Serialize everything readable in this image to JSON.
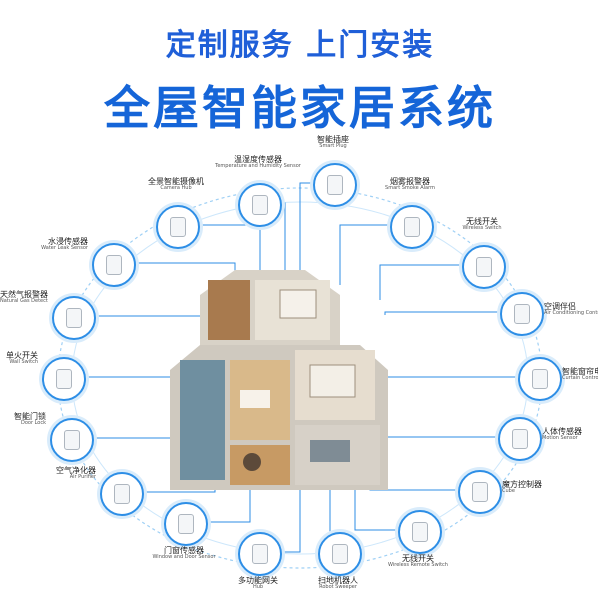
{
  "header": {
    "subtitle": "定制服务 上门安装",
    "title": "全屋智能家居系统"
  },
  "colors": {
    "accent": "#1565d8",
    "ring": "#2d8ee6",
    "connector": "#2d8ee6"
  },
  "devices": [
    {
      "id": "temp",
      "cn": "温湿度传感器",
      "en": "Temperature and Humidity Sensor",
      "icon": "thermometer-icon"
    },
    {
      "id": "plug",
      "cn": "智能插座",
      "en": "Smart Plug",
      "icon": "plug-icon"
    },
    {
      "id": "smoke",
      "cn": "烟雾报警器",
      "en": "Smart Smoke Alarm",
      "icon": "smoke-alarm-icon"
    },
    {
      "id": "wswitch",
      "cn": "无线开关",
      "en": "Wireless Switch",
      "icon": "button-icon"
    },
    {
      "id": "ac",
      "cn": "空调伴侣",
      "en": "Air Conditioning Controller",
      "icon": "ac-companion-icon"
    },
    {
      "id": "curtain",
      "cn": "智能窗帘电机",
      "en": "Curtain Controller",
      "icon": "curtain-motor-icon"
    },
    {
      "id": "motion",
      "cn": "人体传感器",
      "en": "Motion Sensor",
      "icon": "motion-sensor-icon"
    },
    {
      "id": "cube",
      "cn": "魔方控制器",
      "en": "Cube",
      "icon": "cube-icon"
    },
    {
      "id": "remote",
      "cn": "无线开关",
      "en": "Wireless Remote Switch",
      "icon": "remote-switch-icon"
    },
    {
      "id": "sweeper",
      "cn": "扫地机器人",
      "en": "Robot Sweeper",
      "icon": "robot-vacuum-icon"
    },
    {
      "id": "hub",
      "cn": "多功能网关",
      "en": "Hub",
      "icon": "hub-icon"
    },
    {
      "id": "window",
      "cn": "门窗传感器",
      "en": "Window and Door Sensor",
      "icon": "door-window-sensor-icon"
    },
    {
      "id": "purifier",
      "cn": "空气净化器",
      "en": "Air Purifier",
      "icon": "air-purifier-icon"
    },
    {
      "id": "lock",
      "cn": "智能门锁",
      "en": "Door Lock",
      "icon": "door-lock-icon"
    },
    {
      "id": "wall",
      "cn": "单火开关",
      "en": "Wall Switch",
      "icon": "wall-switch-icon"
    },
    {
      "id": "gas",
      "cn": "天然气报警器",
      "en": "Natural Gas Detector",
      "icon": "gas-detector-icon"
    },
    {
      "id": "leak",
      "cn": "水浸传感器",
      "en": "Water Leak Sensor",
      "icon": "water-leak-icon"
    },
    {
      "id": "camera",
      "cn": "全景智能摄像机",
      "en": "Camera Hub",
      "icon": "camera-icon"
    }
  ]
}
